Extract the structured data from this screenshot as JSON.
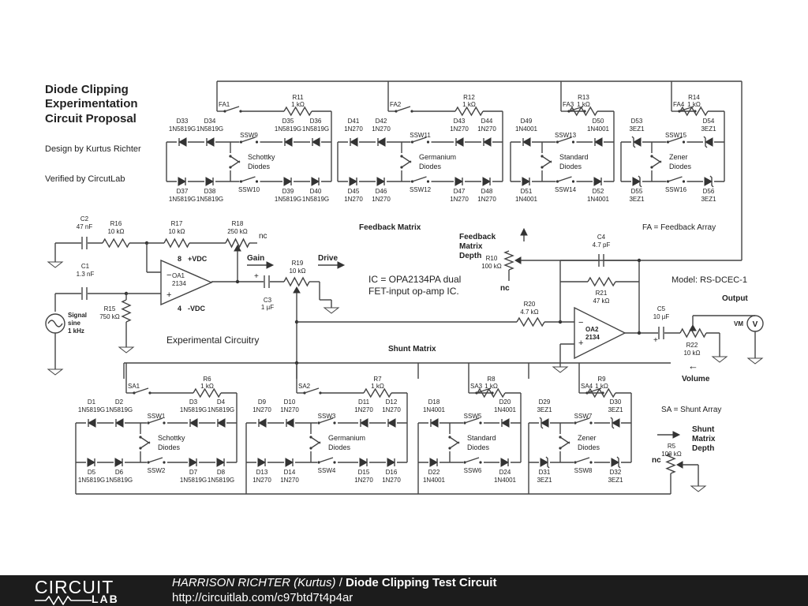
{
  "title": [
    "Diode Clipping",
    "Experimentation",
    "Circuit Proposal"
  ],
  "design_by": "Design by Kurtus Richter",
  "verified_by": "Verified by CircutLab",
  "labels": {
    "feedback_matrix": "Feedback Matrix",
    "fa_note": "FA = Feedback Array",
    "shunt_matrix": "Shunt Matrix",
    "sa_note": "SA = Shunt Array",
    "model": "Model: RS-DCEC-1",
    "experimental": "Experimental Circuitry",
    "ic_line1": "IC = OPA2134PA dual",
    "ic_line2": "FET-input op-amp IC.",
    "gain": "Gain",
    "drive": "Drive",
    "output": "Output",
    "volume": "Volume",
    "fb_depth": [
      "Feedback",
      "Matrix",
      "Depth"
    ],
    "sh_depth": [
      "Shunt",
      "Matrix",
      "Depth"
    ],
    "nc": "nc",
    "vm": "VM",
    "signal": [
      "Signal",
      "sine",
      "1 kHz"
    ],
    "plus_vdc": "+VDC",
    "minus_vdc": "-VDC",
    "pin8": "8",
    "pin4": "4",
    "oa1": [
      "OA1",
      "2134"
    ],
    "oa2": [
      "OA2",
      "2134"
    ]
  },
  "components": {
    "C2": [
      "C2",
      "47 nF"
    ],
    "R16": [
      "R16",
      "10 kΩ"
    ],
    "R17": [
      "R17",
      "10 kΩ"
    ],
    "R18": [
      "R18",
      "250 kΩ"
    ],
    "C1": [
      "C1",
      "1.3 nF"
    ],
    "R15": [
      "R15",
      "750 kΩ"
    ],
    "R19": [
      "R19",
      "10 kΩ"
    ],
    "C3": [
      "C3",
      "1 µF"
    ],
    "R10": [
      "R10",
      "100 kΩ"
    ],
    "C4": [
      "C4",
      "4.7 pF"
    ],
    "R21": [
      "R21",
      "47 kΩ"
    ],
    "R20": [
      "R20",
      "4.7 kΩ"
    ],
    "C5": [
      "C5",
      "10 µF"
    ],
    "R22": [
      "R22",
      "10 kΩ"
    ],
    "R5": [
      "R5",
      "100 kΩ"
    ]
  },
  "arrays": [
    {
      "fa": "FA1",
      "r": [
        "R11",
        "1 kΩ"
      ],
      "name": [
        "Schottky",
        "Diodes"
      ],
      "ssw": [
        "SSW9",
        "SSW10"
      ],
      "top": [
        [
          "D33",
          "1N5819G"
        ],
        [
          "D34",
          "1N5819G"
        ],
        [
          "D35",
          "1N5819G"
        ],
        [
          "D36",
          "1N5819G"
        ]
      ],
      "bot": [
        [
          "D37",
          "1N5819G"
        ],
        [
          "D38",
          "1N5819G"
        ],
        [
          "D39",
          "1N5819G"
        ],
        [
          "D40",
          "1N5819G"
        ]
      ]
    },
    {
      "fa": "FA2",
      "r": [
        "R12",
        "1 kΩ"
      ],
      "name": [
        "Germanium",
        "Diodes"
      ],
      "ssw": [
        "SSW11",
        "SSW12"
      ],
      "top": [
        [
          "D41",
          "1N270"
        ],
        [
          "D42",
          "1N270"
        ],
        [
          "D43",
          "1N270"
        ],
        [
          "D44",
          "1N270"
        ]
      ],
      "bot": [
        [
          "D45",
          "1N270"
        ],
        [
          "D46",
          "1N270"
        ],
        [
          "D47",
          "1N270"
        ],
        [
          "D48",
          "1N270"
        ]
      ]
    },
    {
      "fa": "FA3",
      "r": [
        "R13",
        "1 kΩ"
      ],
      "name": [
        "Standard",
        "Diodes"
      ],
      "ssw": [
        "SSW13",
        "SSW14"
      ],
      "top": [
        [
          "D49",
          "1N4001"
        ],
        [
          "D50",
          "1N4001"
        ]
      ],
      "bot": [
        [
          "D51",
          "1N4001"
        ],
        [
          "D52",
          "1N4001"
        ]
      ]
    },
    {
      "fa": "FA4",
      "r": [
        "R14",
        "1 kΩ"
      ],
      "name": [
        "Zener",
        "Diodes"
      ],
      "ssw": [
        "SSW15",
        "SSW16"
      ],
      "top": [
        [
          "D53",
          "3EZ1"
        ],
        [
          "D54",
          "3EZ1"
        ]
      ],
      "bot": [
        [
          "D55",
          "3EZ1"
        ],
        [
          "D56",
          "3EZ1"
        ]
      ]
    },
    {
      "fa": "SA1",
      "r": [
        "R6",
        "1 kΩ"
      ],
      "name": [
        "Schottky",
        "Diodes"
      ],
      "ssw": [
        "SSW1",
        "SSW2"
      ],
      "top": [
        [
          "D1",
          "1N5819G"
        ],
        [
          "D2",
          "1N5819G"
        ],
        [
          "D3",
          "1N5819G"
        ],
        [
          "D4",
          "1N5819G"
        ]
      ],
      "bot": [
        [
          "D5",
          "1N5819G"
        ],
        [
          "D6",
          "1N5819G"
        ],
        [
          "D7",
          "1N5819G"
        ],
        [
          "D8",
          "1N5819G"
        ]
      ]
    },
    {
      "fa": "SA2",
      "r": [
        "R7",
        "1 kΩ"
      ],
      "name": [
        "Germanium",
        "Diodes"
      ],
      "ssw": [
        "SSW3",
        "SSW4"
      ],
      "top": [
        [
          "D9",
          "1N270"
        ],
        [
          "D10",
          "1N270"
        ],
        [
          "D11",
          "1N270"
        ],
        [
          "D12",
          "1N270"
        ]
      ],
      "bot": [
        [
          "D13",
          "1N270"
        ],
        [
          "D14",
          "1N270"
        ],
        [
          "D15",
          "1N270"
        ],
        [
          "D16",
          "1N270"
        ]
      ]
    },
    {
      "fa": "SA3",
      "r": [
        "R8",
        "1 kΩ"
      ],
      "name": [
        "Standard",
        "Diodes"
      ],
      "ssw": [
        "SSW5",
        "SSW6"
      ],
      "top": [
        [
          "D18",
          "1N4001"
        ],
        [
          "D20",
          "1N4001"
        ]
      ],
      "bot": [
        [
          "D22",
          "1N4001"
        ],
        [
          "D24",
          "1N4001"
        ]
      ]
    },
    {
      "fa": "SA4",
      "r": [
        "R9",
        "1 kΩ"
      ],
      "name": [
        "Zener",
        "Diodes"
      ],
      "ssw": [
        "SSW7",
        "SSW8"
      ],
      "top": [
        [
          "D29",
          "3EZ1"
        ],
        [
          "D30",
          "3EZ1"
        ]
      ],
      "bot": [
        [
          "D31",
          "3EZ1"
        ],
        [
          "D32",
          "3EZ1"
        ]
      ]
    }
  ],
  "footer": {
    "logo_top": "CIRCUIT",
    "logo_bottom": "LAB",
    "author": "HARRISON RICHTER (Kurtus)",
    "separator": " / ",
    "circuit_title": "Diode Clipping Test Circuit",
    "url": "http://circuitlab.com/c97btd7t4p4ar"
  }
}
